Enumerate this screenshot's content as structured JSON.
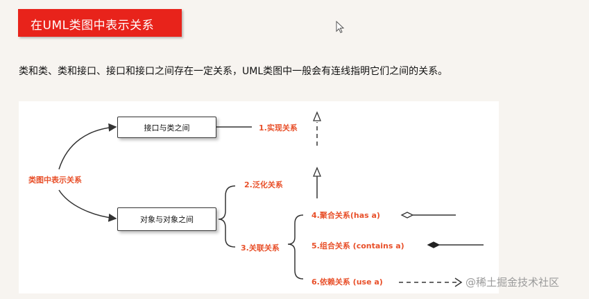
{
  "slide": {
    "title": "在UML类图中表示关系",
    "intro": "类和类、类和接口、接口和接口之间存在一定关系，UML类图中一般会有连线指明它们之间的关系。"
  },
  "diagram": {
    "root_label": "类图中表示关系",
    "box_interface_class": "接口与类之间",
    "box_object_object": "对象与对象之间",
    "relations": [
      {
        "label": "1.实现关系",
        "arrow": "dashed-hollow-triangle"
      },
      {
        "label": "2.泛化关系",
        "arrow": "solid-hollow-triangle"
      },
      {
        "label": "3.关联关系",
        "arrow": "none"
      },
      {
        "label": "4.聚合关系(has a)",
        "arrow": "hollow-diamond"
      },
      {
        "label": "5.组合关系 (contains a)",
        "arrow": "filled-diamond"
      },
      {
        "label": "6.依赖关系 (use a)",
        "arrow": "dashed-open-arrow"
      }
    ]
  },
  "watermark": "@稀土掘金技术社区",
  "colors": {
    "title_bg": "#e8231b",
    "label_text": "#e8502a"
  },
  "icons": [
    "mouse-cursor-icon"
  ]
}
